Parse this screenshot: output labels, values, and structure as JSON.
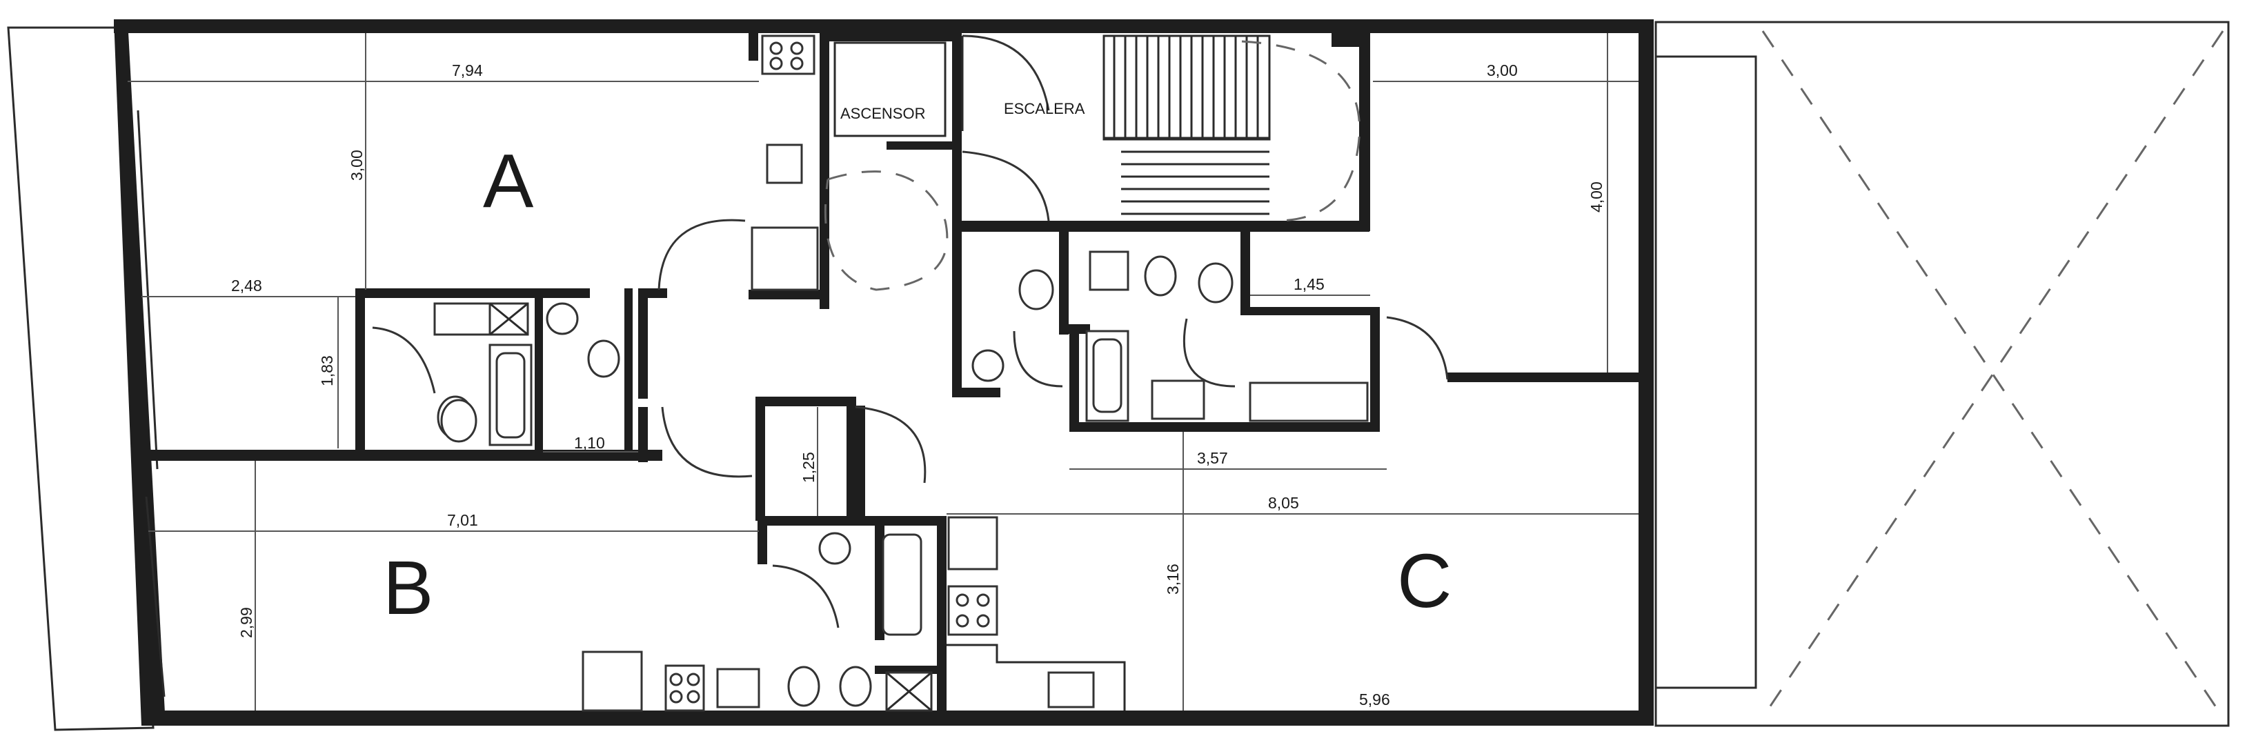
{
  "units": {
    "a": "A",
    "b": "B",
    "c": "C"
  },
  "rooms": {
    "elevator": "ASCENSOR",
    "stairs": "ESCALERA"
  },
  "dimensions": {
    "a_width": "7,94",
    "a_depth": "3,00",
    "a_bath_width": "2,48",
    "a_bath_depth": "1,83",
    "a_gap": "1,10",
    "hall": "1,25",
    "right_width": "3,00",
    "right_depth": "4,00",
    "mid_small": "1,45",
    "mid_width": "3,57",
    "b_width": "7,01",
    "b_depth": "2,99",
    "c_width": "8,05",
    "c_depth": "3,16",
    "c_bottom": "5,96"
  }
}
